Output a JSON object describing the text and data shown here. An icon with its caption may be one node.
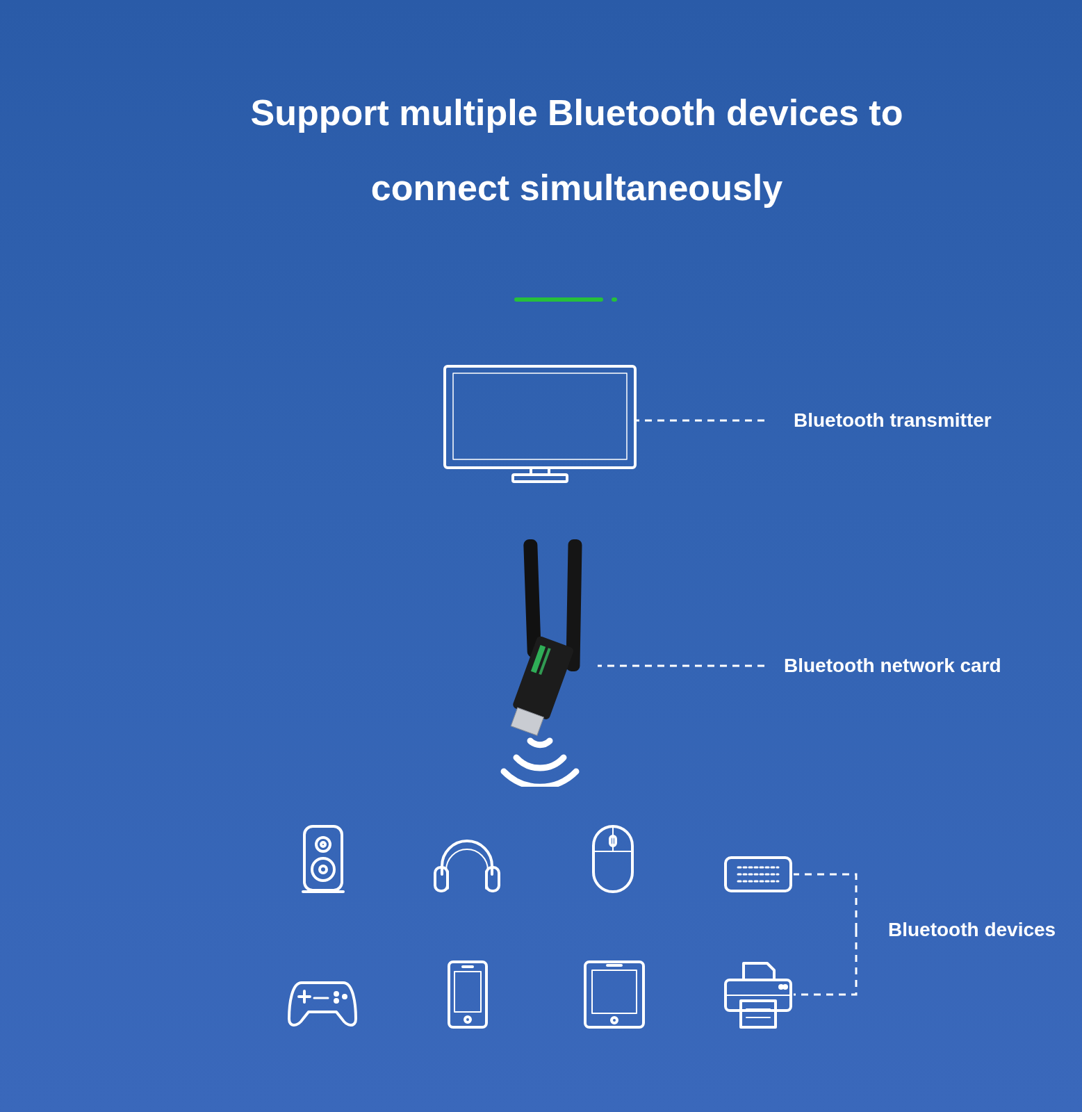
{
  "diagram": {
    "title": "Support multiple Bluetooth devices to connect simultaneously",
    "nodes": [
      {
        "text": [],
        "shape": "picture"
      },
      {
        "text": [
          "Bluetooth transmitter"
        ]
      },
      {
        "text": [],
        "shape": "picture"
      },
      {
        "text": [
          "Bluetooth network card"
        ]
      },
      {
        "text": [],
        "shape": "picture"
      },
      {
        "text": [],
        "shape": "picture"
      },
      {
        "text": [],
        "shape": "picture"
      },
      {
        "text": [],
        "shape": "picture"
      },
      {
        "text": [],
        "shape": "picture"
      },
      {
        "text": [],
        "shape": "picture"
      },
      {
        "text": [],
        "shape": "picture"
      },
      {
        "text": [],
        "shape": "picture"
      },
      {
        "text": [
          "Bluetooth devices"
        ]
      }
    ],
    "edges": [
      {
        "from": 1,
        "to": 0,
        "arrow": "none",
        "style": "dashed"
      },
      {
        "from": 3,
        "to": 2,
        "arrow": "none",
        "style": "dashed"
      },
      {
        "from": 12,
        "to": 7,
        "arrow": "none",
        "style": "dashed"
      },
      {
        "from": 12,
        "to": 11,
        "arrow": "none",
        "style": "dashed"
      }
    ]
  }
}
